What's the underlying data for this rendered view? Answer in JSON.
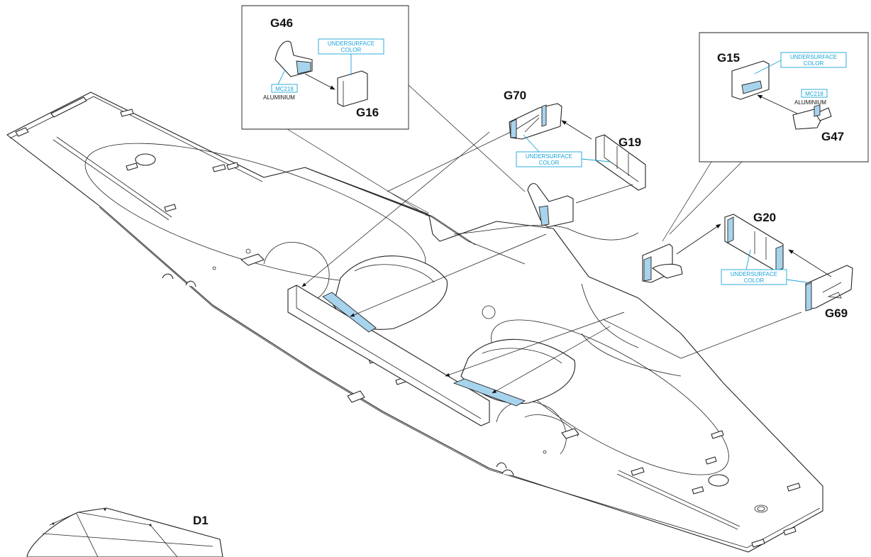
{
  "part_labels": {
    "g46": "G46",
    "g16": "G16",
    "g70": "G70",
    "g19": "G19",
    "g15": "G15",
    "g47": "G47",
    "g20": "G20",
    "g69": "G69",
    "d1": "D1"
  },
  "paint": {
    "undersurface_line1": "UNDERSURFACE",
    "undersurface_line2": "COLOR",
    "metal_code": "MC218",
    "metal_name": "ALUMINIUM"
  },
  "colors": {
    "callout_blue": "#1aa5d8",
    "part_fill_blue": "#a8d3ec",
    "line": "#222222"
  }
}
